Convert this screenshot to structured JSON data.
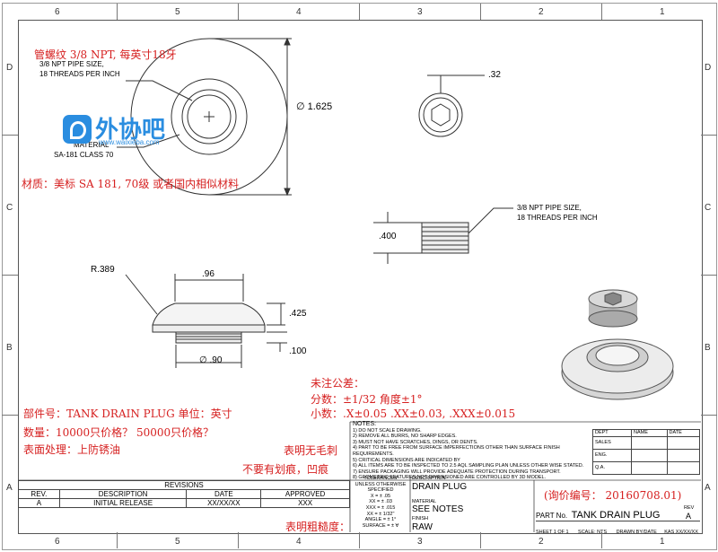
{
  "zones": {
    "top": [
      "6",
      "5",
      "4",
      "3",
      "2",
      "1"
    ],
    "side": [
      "D",
      "C",
      "B",
      "A"
    ]
  },
  "annotations": {
    "thread_cn": "管螺纹 3/8 NPT, 每英寸18牙",
    "material_cn": "材质：美标 SA 181,  70级 或者国内相似材料",
    "tolerance_title_cn": "未注公差：",
    "tolerance_frac_cn": "分数：±1/32  角度±1°",
    "tolerance_dec_cn": "小数：.X±0.05   .XX±0.03,  .XXX±0.015",
    "part_no_cn": "部件号：TANK DRAIN PLUG    单位：英寸",
    "quantity_cn": "数量：10000只价格？  50000只价格？",
    "surface_cn": "表面处理：上防锈油",
    "no_burr_cn": "表明无毛刺",
    "no_scratch_cn": "不要有划痕，凹痕",
    "roughness_cn": "表明粗糙度：",
    "inquiry_cn": "(询价编号：  20160708.01)"
  },
  "watermark": {
    "name": "外协吧",
    "url": "www.waixieba.com"
  },
  "top_view": {
    "thread_label": "3/8 NPT PIPE SIZE,\n18 THREADS PER INCH",
    "diameter": "∅ 1.625",
    "material_label": "MATERIAL",
    "material_spec": "SA-181 CLASS 70"
  },
  "side_top_view": {
    "dim": ".32"
  },
  "thread_view": {
    "dim": ".400",
    "label": "3/8 NPT PIPE SIZE,\n18 THREADS PER INCH"
  },
  "profile_view": {
    "radius": "R.389",
    "width": ".96",
    "height": ".425",
    "bottom_dia": "∅ .90",
    "flange": ".100"
  },
  "notes": {
    "title": "NOTES:",
    "items": [
      "1) DO NOT SCALE DRAWING.",
      "2) REMOVE ALL BURRS, NO SHARP EDGES.",
      "3) MUST NOT HAVE SCRATCHES, DINGS, OR DENTS.",
      "4) PART TO BE FREE FROM SURFACE IMPERFECTIONS OTHER THAN SURFACE FINISH REQUIREMENTS.",
      "5) CRITICAL DIMENSIONS ARE INDICATED BY",
      "6) ALL ITEMS ARE TO BE INSPECTED TO 2.5 AQL SAMPLING PLAN UNLESS OTHER WISE STATED.",
      "7) ENSURE PACKAGING WILL PROVIDE ADEQUATE PROTECTION DURING TRANSPORT.",
      "8) GEOMETRIC FEATURES NOT DIMENSIONED ARE CONTROLLED BY 3D MODEL."
    ]
  },
  "approvals": {
    "headers": [
      "DEPT",
      "NAME",
      "DATE"
    ],
    "rows": [
      "SALES",
      "ENG.",
      "Q.A."
    ]
  },
  "revisions": {
    "title": "REVISIONS",
    "headers": [
      "REV.",
      "DESCRIPTION",
      "DATE",
      "APPROVED"
    ],
    "rows": [
      [
        "A",
        "INITIAL RELEASE",
        "XX/XX/XX",
        "XXX"
      ]
    ]
  },
  "tolerances": {
    "title": "TOLERANCES",
    "subtitle": "UNLESS OTHERWISE SPECIFIED",
    "lines": [
      "X = ± .05",
      "XX = ± .03",
      "XXX = ± .015",
      "XX = ± 1/32\"",
      "ANGLE = ± 1°",
      "SURFACE = ± ∀"
    ]
  },
  "title_block": {
    "description_label": "DESCRIPTION",
    "description": "DRAIN PLUG",
    "material_label": "MATERIAL",
    "material": "SEE NOTES",
    "finish_label": "FINISH",
    "finish": "RAW",
    "part_no_label": "PART No.",
    "part_no": "TANK DRAIN PLUG",
    "rev_label": "REV",
    "rev": "A",
    "sheet": "SHEET 1 OF 1",
    "scale": "SCALE: NTS",
    "drawn_by": "DRAWN BY/DATE",
    "drawn_value": "KAS XX/XX/XX"
  }
}
